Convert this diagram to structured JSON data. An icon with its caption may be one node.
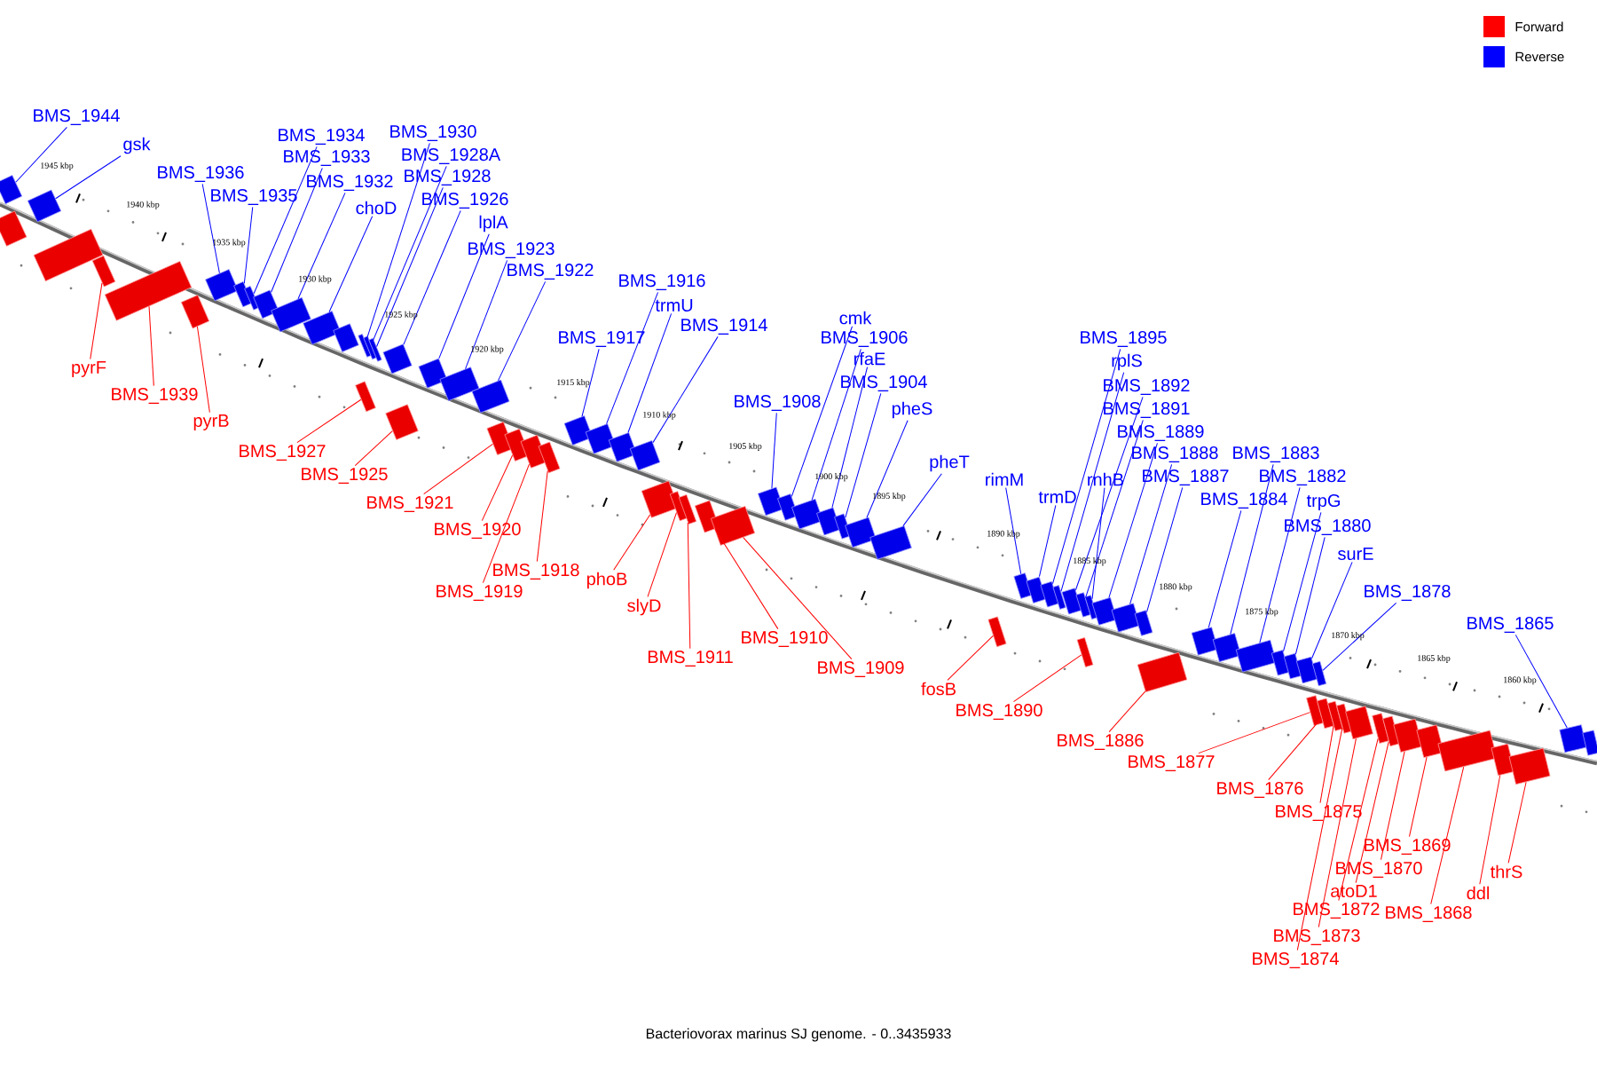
{
  "diagram": {
    "caption": "Bacteriovorax marinus SJ genome. - 0..3435933",
    "nodes": [
      {
        "text": [
          "BMS_1944"
        ]
      },
      {
        "text": [
          "gsk"
        ]
      },
      {
        "text": [
          "BMS_1936"
        ]
      },
      {
        "text": [
          "BMS_1935"
        ]
      },
      {
        "text": [
          "BMS_1934"
        ]
      },
      {
        "text": [
          "BMS_1933"
        ]
      },
      {
        "text": [
          "BMS_1932"
        ]
      },
      {
        "text": [
          "choD"
        ]
      },
      {
        "text": [
          "BMS_1930"
        ]
      },
      {
        "text": [
          "BMS_1928A"
        ]
      },
      {
        "text": [
          "BMS_1928"
        ]
      },
      {
        "text": [
          "BMS_1926"
        ]
      },
      {
        "text": [
          "lplA"
        ]
      },
      {
        "text": [
          "BMS_1923"
        ]
      },
      {
        "text": [
          "BMS_1922"
        ]
      },
      {
        "text": [
          "BMS_1917"
        ]
      },
      {
        "text": [
          "BMS_1916"
        ]
      },
      {
        "text": [
          "trmU"
        ]
      },
      {
        "text": [
          "BMS_1914"
        ]
      },
      {
        "text": [
          "BMS_1908"
        ]
      },
      {
        "text": [
          "cmk"
        ]
      },
      {
        "text": [
          "BMS_1906"
        ]
      },
      {
        "text": [
          "rfaE"
        ]
      },
      {
        "text": [
          "BMS_1904"
        ]
      },
      {
        "text": [
          "pheS"
        ]
      },
      {
        "text": [
          "pheT"
        ]
      },
      {
        "text": [
          "rimM"
        ]
      },
      {
        "text": [
          "trmD"
        ]
      },
      {
        "text": [
          "BMS_1895"
        ]
      },
      {
        "text": [
          "rplS"
        ]
      },
      {
        "text": [
          "BMS_1892"
        ]
      },
      {
        "text": [
          "BMS_1891"
        ]
      },
      {
        "text": [
          "rnhB"
        ]
      },
      {
        "text": [
          "BMS_1889"
        ]
      },
      {
        "text": [
          "BMS_1888"
        ]
      },
      {
        "text": [
          "BMS_1887"
        ]
      },
      {
        "text": [
          "BMS_1884"
        ]
      },
      {
        "text": [
          "BMS_1883"
        ]
      },
      {
        "text": [
          "BMS_1882"
        ]
      },
      {
        "text": [
          "trpG"
        ]
      },
      {
        "text": [
          "BMS_1880"
        ]
      },
      {
        "text": [
          "surE"
        ]
      },
      {
        "text": [
          "BMS_1878"
        ]
      },
      {
        "text": [
          "BMS_1865"
        ]
      },
      {
        "text": [
          "pyrF"
        ]
      },
      {
        "text": [
          "BMS_1939"
        ]
      },
      {
        "text": [
          "pyrB"
        ]
      },
      {
        "text": [
          "BMS_1927"
        ]
      },
      {
        "text": [
          "BMS_1925"
        ]
      },
      {
        "text": [
          "BMS_1921"
        ]
      },
      {
        "text": [
          "BMS_1920"
        ]
      },
      {
        "text": [
          "BMS_1918"
        ]
      },
      {
        "text": [
          "BMS_1919"
        ]
      },
      {
        "text": [
          "phoB"
        ]
      },
      {
        "text": [
          "slyD"
        ]
      },
      {
        "text": [
          "BMS_1911"
        ]
      },
      {
        "text": [
          "BMS_1910"
        ]
      },
      {
        "text": [
          "BMS_1909"
        ]
      },
      {
        "text": [
          "fosB"
        ]
      },
      {
        "text": [
          "BMS_1890"
        ]
      },
      {
        "text": [
          "BMS_1886"
        ]
      },
      {
        "text": [
          "BMS_1877"
        ]
      },
      {
        "text": [
          "BMS_1876"
        ]
      },
      {
        "text": [
          "BMS_1875"
        ]
      },
      {
        "text": [
          "BMS_1869"
        ]
      },
      {
        "text": [
          "BMS_1870"
        ]
      },
      {
        "text": [
          "atoD1"
        ]
      },
      {
        "text": [
          "BMS_1872"
        ]
      },
      {
        "text": [
          "BMS_1873"
        ]
      },
      {
        "text": [
          "BMS_1874"
        ]
      },
      {
        "text": [
          "BMS_1868"
        ]
      },
      {
        "text": [
          "ddl"
        ]
      },
      {
        "text": [
          "thrS"
        ]
      },
      {
        "text": [],
        "shape": "bar"
      },
      {
        "text": [],
        "shape": "bar"
      },
      {
        "text": [],
        "shape": "bar"
      },
      {
        "text": [],
        "shape": "bar"
      },
      {
        "text": [],
        "shape": "bar"
      },
      {
        "text": [],
        "shape": "bar"
      },
      {
        "text": [],
        "shape": "bar"
      },
      {
        "text": [],
        "shape": "bar"
      },
      {
        "text": [],
        "shape": "bar"
      },
      {
        "text": [],
        "shape": "bar"
      },
      {
        "text": [],
        "shape": "bar"
      },
      {
        "text": [],
        "shape": "bar"
      },
      {
        "text": [],
        "shape": "bar"
      },
      {
        "text": [],
        "shape": "bar"
      },
      {
        "text": [],
        "shape": "bar"
      },
      {
        "text": [],
        "shape": "bar"
      },
      {
        "text": [],
        "shape": "bar"
      },
      {
        "text": [],
        "shape": "bar"
      },
      {
        "text": [],
        "shape": "bar"
      },
      {
        "text": [],
        "shape": "bar"
      },
      {
        "text": [],
        "shape": "bar"
      },
      {
        "text": [],
        "shape": "bar"
      },
      {
        "text": [],
        "shape": "bar"
      },
      {
        "text": [],
        "shape": "bar"
      },
      {
        "text": [],
        "shape": "bar"
      },
      {
        "text": [],
        "shape": "bar"
      },
      {
        "text": [],
        "shape": "bar"
      },
      {
        "text": [],
        "shape": "bar"
      },
      {
        "text": [],
        "shape": "bar"
      },
      {
        "text": [],
        "shape": "bar"
      },
      {
        "text": [],
        "shape": "bar"
      },
      {
        "text": [],
        "shape": "bar"
      },
      {
        "text": [],
        "shape": "bar"
      },
      {
        "text": [],
        "shape": "bar"
      },
      {
        "text": [],
        "shape": "bar"
      },
      {
        "text": [],
        "shape": "bar"
      },
      {
        "text": [],
        "shape": "bar"
      },
      {
        "text": [],
        "shape": "bar"
      },
      {
        "text": [],
        "shape": "bar"
      },
      {
        "text": [],
        "shape": "bar"
      },
      {
        "text": [],
        "shape": "bar"
      },
      {
        "text": [],
        "shape": "bar"
      },
      {
        "text": [],
        "shape": "bar"
      },
      {
        "text": [],
        "shape": "bar"
      },
      {
        "text": [],
        "shape": "bar"
      },
      {
        "text": [],
        "shape": "bar"
      },
      {
        "text": [],
        "shape": "bar"
      },
      {
        "text": [],
        "shape": "bar"
      },
      {
        "text": [],
        "shape": "bar"
      },
      {
        "text": [],
        "shape": "bar"
      },
      {
        "text": [],
        "shape": "bar"
      },
      {
        "text": [],
        "shape": "bar"
      },
      {
        "text": [],
        "shape": "bar"
      },
      {
        "text": [],
        "shape": "bar"
      },
      {
        "text": [],
        "shape": "bar"
      },
      {
        "text": [],
        "shape": "bar"
      },
      {
        "text": [],
        "shape": "bar"
      },
      {
        "text": [],
        "shape": "bar"
      },
      {
        "text": [],
        "shape": "bar"
      },
      {
        "text": [],
        "shape": "bar"
      },
      {
        "text": [],
        "shape": "bar"
      },
      {
        "text": [],
        "shape": "bar"
      },
      {
        "text": [],
        "shape": "bar"
      },
      {
        "text": [],
        "shape": "bar"
      },
      {
        "text": [],
        "shape": "bar"
      },
      {
        "text": [],
        "shape": "bar"
      },
      {
        "text": [],
        "shape": "bar"
      },
      {
        "text": [],
        "shape": "bar"
      },
      {
        "text": [],
        "shape": "bar"
      },
      {
        "text": [],
        "shape": "bar"
      },
      {
        "text": [],
        "shape": "bar"
      },
      {
        "text": [],
        "shape": "bar"
      },
      {
        "text": [],
        "shape": "bar"
      },
      {
        "text": [],
        "shape": "bar"
      },
      {
        "text": [],
        "shape": "bar"
      },
      {
        "text": [],
        "shape": "bar"
      },
      {
        "text": [],
        "shape": "bar"
      }
    ],
    "edges": [
      {
        "from": 0,
        "to": 73,
        "arrow": "none"
      },
      {
        "from": 1,
        "to": 74,
        "arrow": "none"
      },
      {
        "from": 2,
        "to": 75,
        "arrow": "none"
      },
      {
        "from": 3,
        "to": 76,
        "arrow": "none"
      },
      {
        "from": 4,
        "to": 77,
        "arrow": "none"
      },
      {
        "from": 5,
        "to": 78,
        "arrow": "none"
      },
      {
        "from": 6,
        "to": 79,
        "arrow": "none"
      },
      {
        "from": 7,
        "to": 80,
        "arrow": "none"
      },
      {
        "from": 8,
        "to": 82,
        "arrow": "none"
      },
      {
        "from": 9,
        "to": 83,
        "arrow": "none"
      },
      {
        "from": 10,
        "to": 84,
        "arrow": "none"
      },
      {
        "from": 11,
        "to": 85,
        "arrow": "none"
      },
      {
        "from": 12,
        "to": 86,
        "arrow": "none"
      },
      {
        "from": 13,
        "to": 87,
        "arrow": "none"
      },
      {
        "from": 14,
        "to": 88,
        "arrow": "none"
      },
      {
        "from": 15,
        "to": 89,
        "arrow": "none"
      },
      {
        "from": 16,
        "to": 90,
        "arrow": "none"
      },
      {
        "from": 17,
        "to": 91,
        "arrow": "none"
      },
      {
        "from": 18,
        "to": 92,
        "arrow": "none"
      },
      {
        "from": 19,
        "to": 93,
        "arrow": "none"
      },
      {
        "from": 20,
        "to": 94,
        "arrow": "none"
      },
      {
        "from": 21,
        "to": 95,
        "arrow": "none"
      },
      {
        "from": 22,
        "to": 96,
        "arrow": "none"
      },
      {
        "from": 23,
        "to": 97,
        "arrow": "none"
      },
      {
        "from": 24,
        "to": 98,
        "arrow": "none"
      },
      {
        "from": 25,
        "to": 99,
        "arrow": "none"
      },
      {
        "from": 26,
        "to": 100,
        "arrow": "none"
      },
      {
        "from": 27,
        "to": 101,
        "arrow": "none"
      },
      {
        "from": 28,
        "to": 102,
        "arrow": "none"
      },
      {
        "from": 29,
        "to": 103,
        "arrow": "none"
      },
      {
        "from": 30,
        "to": 104,
        "arrow": "none"
      },
      {
        "from": 31,
        "to": 105,
        "arrow": "none"
      },
      {
        "from": 32,
        "to": 106,
        "arrow": "none"
      },
      {
        "from": 33,
        "to": 107,
        "arrow": "none"
      },
      {
        "from": 34,
        "to": 108,
        "arrow": "none"
      },
      {
        "from": 35,
        "to": 109,
        "arrow": "none"
      },
      {
        "from": 36,
        "to": 110,
        "arrow": "none"
      },
      {
        "from": 37,
        "to": 111,
        "arrow": "none"
      },
      {
        "from": 38,
        "to": 112,
        "arrow": "none"
      },
      {
        "from": 39,
        "to": 113,
        "arrow": "none"
      },
      {
        "from": 40,
        "to": 114,
        "arrow": "none"
      },
      {
        "from": 41,
        "to": 115,
        "arrow": "none"
      },
      {
        "from": 42,
        "to": 116,
        "arrow": "none"
      },
      {
        "from": 43,
        "to": 117,
        "arrow": "none"
      },
      {
        "from": 44,
        "to": 121,
        "arrow": "none",
        "color": "#ff0000"
      },
      {
        "from": 45,
        "to": 122,
        "arrow": "none",
        "color": "#ff0000"
      },
      {
        "from": 46,
        "to": 123,
        "arrow": "none",
        "color": "#ff0000"
      },
      {
        "from": 47,
        "to": 124,
        "arrow": "none",
        "color": "#ff0000"
      },
      {
        "from": 48,
        "to": 125,
        "arrow": "none",
        "color": "#ff0000"
      },
      {
        "from": 49,
        "to": 126,
        "arrow": "none",
        "color": "#ff0000"
      },
      {
        "from": 50,
        "to": 127,
        "arrow": "none",
        "color": "#ff0000"
      },
      {
        "from": 51,
        "to": 129,
        "arrow": "none",
        "color": "#ff0000"
      },
      {
        "from": 52,
        "to": 128,
        "arrow": "none",
        "color": "#ff0000"
      },
      {
        "from": 53,
        "to": 130,
        "arrow": "none",
        "color": "#ff0000"
      },
      {
        "from": 54,
        "to": 131,
        "arrow": "none",
        "color": "#ff0000"
      },
      {
        "from": 55,
        "to": 132,
        "arrow": "none",
        "color": "#ff0000"
      },
      {
        "from": 56,
        "to": 133,
        "arrow": "none",
        "color": "#ff0000"
      },
      {
        "from": 57,
        "to": 134,
        "arrow": "none",
        "color": "#ff0000"
      },
      {
        "from": 58,
        "to": 135,
        "arrow": "none",
        "color": "#ff0000"
      },
      {
        "from": 59,
        "to": 136,
        "arrow": "none",
        "color": "#ff0000"
      },
      {
        "from": 60,
        "to": 137,
        "arrow": "none",
        "color": "#ff0000"
      },
      {
        "from": 61,
        "to": 138,
        "arrow": "none",
        "color": "#ff0000"
      },
      {
        "from": 62,
        "to": 139,
        "arrow": "none",
        "color": "#ff0000"
      },
      {
        "from": 63,
        "to": 140,
        "arrow": "none",
        "color": "#ff0000"
      },
      {
        "from": 64,
        "to": 146,
        "arrow": "none",
        "color": "#ff0000"
      },
      {
        "from": 65,
        "to": 145,
        "arrow": "none",
        "color": "#ff0000"
      },
      {
        "from": 66,
        "to": 144,
        "arrow": "none",
        "color": "#ff0000"
      },
      {
        "from": 67,
        "to": 143,
        "arrow": "none",
        "color": "#ff0000"
      },
      {
        "from": 68,
        "to": 142,
        "arrow": "none",
        "color": "#ff0000"
      },
      {
        "from": 69,
        "to": 141,
        "arrow": "none",
        "color": "#ff0000"
      },
      {
        "from": 70,
        "to": 147,
        "arrow": "none",
        "color": "#ff0000"
      },
      {
        "from": 71,
        "to": 148,
        "arrow": "none",
        "color": "#ff0000"
      },
      {
        "from": 72,
        "to": 149,
        "arrow": "none",
        "color": "#ff0000"
      }
    ],
    "labels": [
      "1945 kbp",
      "1940 kbp",
      "1935 kbp",
      "1930 kbp",
      "1925 kbp",
      "1920 kbp",
      "1915 kbp",
      "1910 kbp",
      "1905 kbp",
      "1900 kbp",
      "1895 kbp",
      "1890 kbp",
      "1885 kbp",
      "1880 kbp",
      "1875 kbp",
      "1870 kbp",
      "1865 kbp",
      "1860 kbp"
    ],
    "legend": [
      {
        "text": "Forward",
        "color": "#ff0000"
      },
      {
        "text": "Reverse",
        "color": "#0000ff"
      }
    ]
  }
}
